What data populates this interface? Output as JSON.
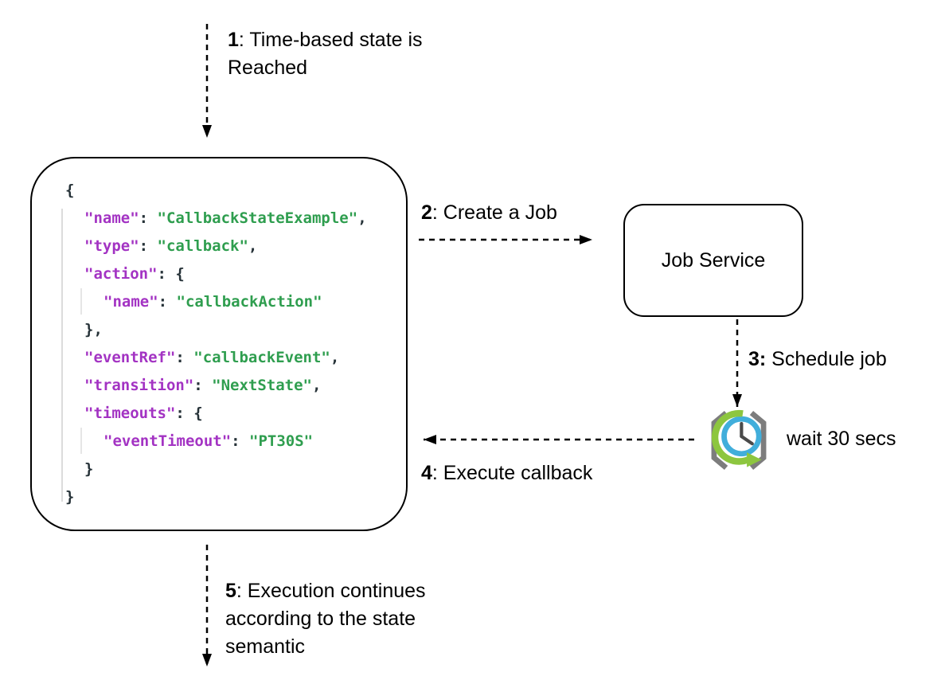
{
  "diagram": {
    "title_hint": "Callback state workflow sequence diagram",
    "colors": {
      "background": "#ffffff",
      "stroke": "#000000",
      "json_key": "#a333c3",
      "json_string": "#2f9e4f",
      "json_punct": "#263238",
      "timer_blue": "#41aedb",
      "timer_green": "#8dc63f",
      "timer_green_dark": "#6faa2c",
      "timer_gray": "#7d7d7d",
      "clock_hand": "#4a4a4a"
    },
    "labels": {
      "step1": {
        "num": "1",
        "rest": ": Time-based state is Reached"
      },
      "step2": {
        "num": "2",
        "rest": ": Create a Job"
      },
      "step3": {
        "num": "3:",
        "rest": " Schedule job"
      },
      "step4": {
        "num": "4",
        "rest": ": Execute callback"
      },
      "step5": {
        "num": "5",
        "rest": ": Execution continues according to the state semantic"
      },
      "wait": "wait 30 secs",
      "job_service": "Job Service"
    },
    "icons": [
      {
        "name": "timer-clock-icon",
        "meaning": "scheduled timer / wait"
      }
    ],
    "arrows": [
      {
        "step": "1",
        "direction": "down",
        "style": "dashed"
      },
      {
        "step": "2",
        "direction": "right",
        "style": "dashed"
      },
      {
        "step": "3",
        "direction": "down",
        "style": "dashed"
      },
      {
        "step": "4",
        "direction": "left",
        "style": "dashed"
      },
      {
        "step": "5",
        "direction": "down",
        "style": "dashed"
      }
    ],
    "code": {
      "language": "json",
      "lines": [
        {
          "indent": 0,
          "key": "",
          "sep": "",
          "value": "",
          "tail": "{"
        },
        {
          "indent": 1,
          "key": "\"name\"",
          "sep": ": ",
          "value": "\"CallbackStateExample\"",
          "tail": ","
        },
        {
          "indent": 1,
          "key": "\"type\"",
          "sep": ": ",
          "value": "\"callback\"",
          "tail": ","
        },
        {
          "indent": 1,
          "key": "\"action\"",
          "sep": ": ",
          "value": "",
          "tail": "{"
        },
        {
          "indent": 2,
          "key": "\"name\"",
          "sep": ": ",
          "value": "\"callbackAction\"",
          "tail": ""
        },
        {
          "indent": 1,
          "key": "",
          "sep": "",
          "value": "",
          "tail": "},"
        },
        {
          "indent": 1,
          "key": "\"eventRef\"",
          "sep": ": ",
          "value": "\"callbackEvent\"",
          "tail": ","
        },
        {
          "indent": 1,
          "key": "\"transition\"",
          "sep": ": ",
          "value": "\"NextState\"",
          "tail": ","
        },
        {
          "indent": 1,
          "key": "\"timeouts\"",
          "sep": ": ",
          "value": "",
          "tail": "{"
        },
        {
          "indent": 2,
          "key": "\"eventTimeout\"",
          "sep": ": ",
          "value": "\"PT30S\"",
          "tail": ""
        },
        {
          "indent": 1,
          "key": "",
          "sep": "",
          "value": "",
          "tail": "}"
        },
        {
          "indent": 0,
          "key": "",
          "sep": "",
          "value": "",
          "tail": "}"
        }
      ]
    }
  }
}
